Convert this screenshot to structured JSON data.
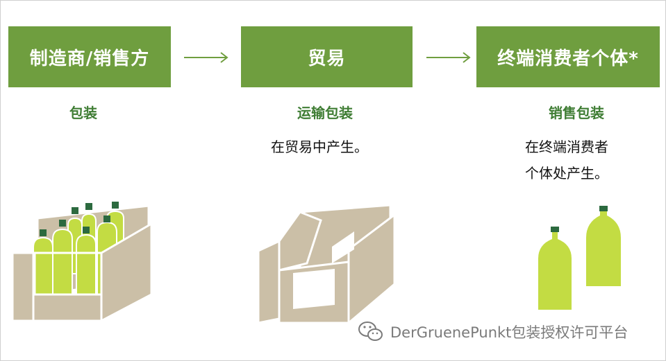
{
  "colors": {
    "stage_fill": "#6f9e3f",
    "stage_text": "#ffffff",
    "packaging_label": "#3f7d34",
    "arrow": "#6f9e3f",
    "carton": "#cbbfa7",
    "bottle": "#c3dc43",
    "cap": "#2c6a3f"
  },
  "stages": [
    {
      "label": "制造商/销售方",
      "packaging": "包装",
      "description": []
    },
    {
      "label": "贸易",
      "packaging": "运输包装",
      "description": [
        "在贸易中产生。"
      ]
    },
    {
      "label": "终端消费者个体*",
      "packaging": "销售包装",
      "description": [
        "在终端消费者",
        "个体处产生。"
      ]
    }
  ],
  "icons": [
    "arrow-right-icon",
    "arrow-right-icon",
    "crate-with-bottles-icon",
    "empty-carton-icon",
    "bottles-icon",
    "wechat-icon"
  ],
  "watermark": "DerGruenePunkt包装授权许可平台"
}
